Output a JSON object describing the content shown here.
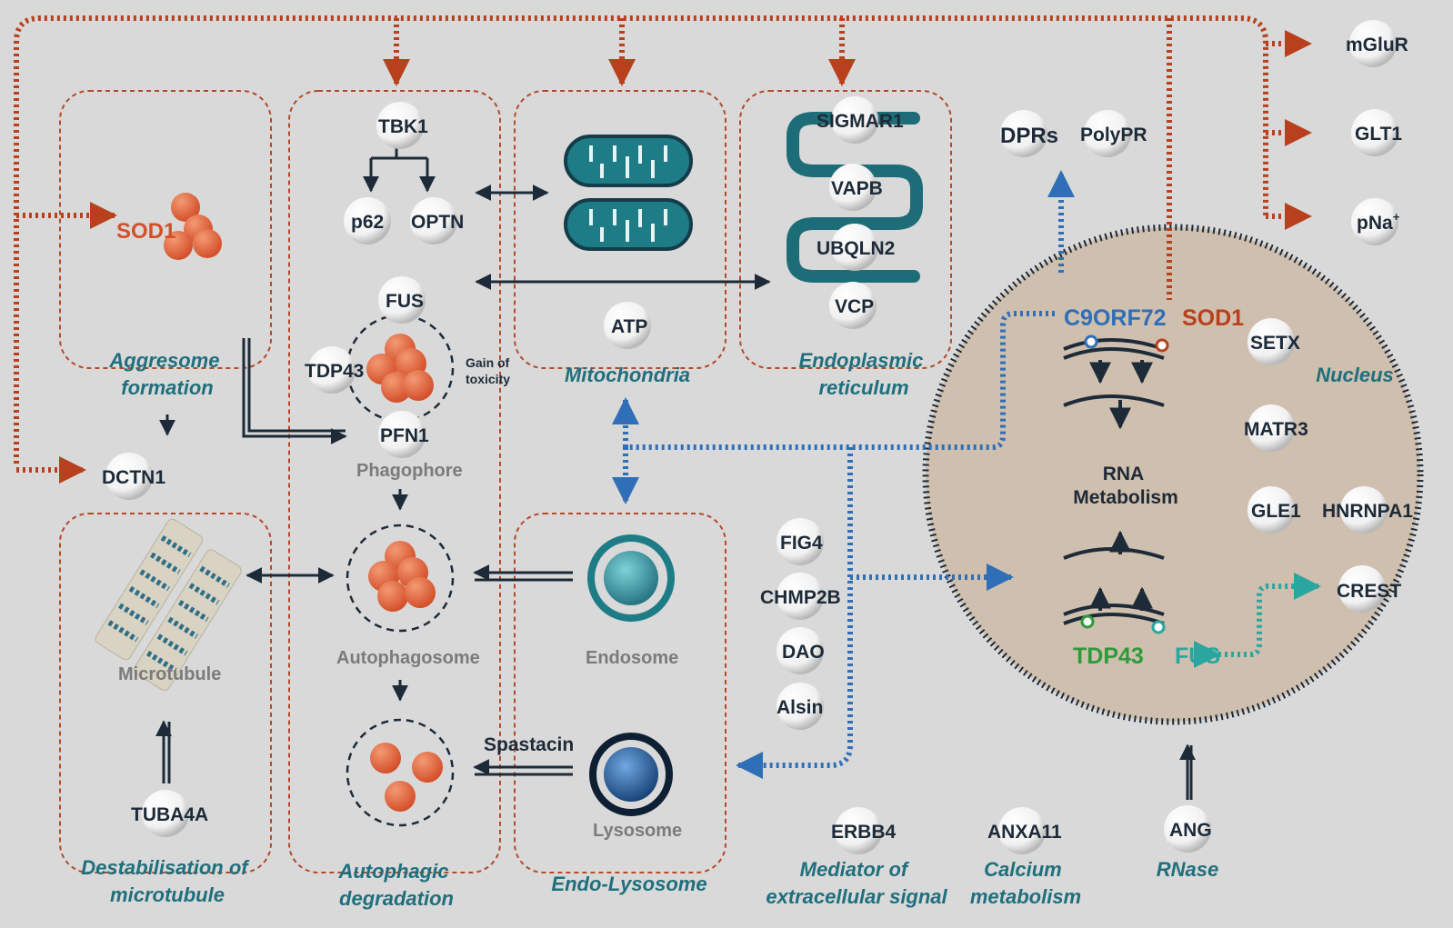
{
  "colors": {
    "background": "#d9d9d9",
    "dashed_border": "#b44a2a",
    "orange_arrow": "#b8401c",
    "blue_arrow": "#2f6fb8",
    "teal": "#1f6f7d",
    "green": "#2e9b3a",
    "nucleus_fill": "#cfbfae",
    "protein_orange": "#e0643c"
  },
  "compartments": {
    "aggresome": "Aggresome\nformation",
    "microtubule_destab": "Destabilisation of\nmicrotubule",
    "autophagic": "Autophagic\ndegradation",
    "mitochondria": "Mitochondria",
    "er": "Endoplasmic\nreticulum",
    "endo_lysosome": "Endo-Lysosome",
    "nucleus": "Nucleus"
  },
  "proteins": {
    "sod1_aggresome": "SOD1",
    "dctn1": "DCTN1",
    "tbk1": "TBK1",
    "p62": "p62",
    "optn": "OPTN",
    "fus_phago": "FUS",
    "tdp43_phago": "TDP43",
    "pfn1": "PFN1",
    "atp": "ATP",
    "sigmar1": "SIGMAR1",
    "vapb": "VAPB",
    "ubqln2": "UBQLN2",
    "vcp": "VCP",
    "dprs": "DPRs",
    "polypr": "PolyPR",
    "mglur": "mGluR",
    "glt1": "GLT1",
    "pna": "pNa",
    "pna_sup": "+",
    "c9orf72": "C9ORF72",
    "sod1_nucleus": "SOD1",
    "setx": "SETX",
    "matr3": "MATR3",
    "gle1": "GLE1",
    "hnrnpa1": "HNRNPA1",
    "crest": "CREST",
    "tdp43_nucleus": "TDP43",
    "fus_nucleus": "FUS",
    "fig4": "FIG4",
    "chmp2b": "CHMP2B",
    "dao": "DAO",
    "alsin": "Alsin",
    "spastacin": "Spastacin",
    "tuba4a": "TUBA4A",
    "erbb4": "ERBB4",
    "anxa11": "ANXA11",
    "ang": "ANG"
  },
  "labels": {
    "gain_of_toxicity": "Gain of\ntoxicity",
    "phagophore": "Phagophore",
    "autophagosome": "Autophagosome",
    "endosome": "Endosome",
    "lysosome": "Lysosome",
    "microtubule": "Microtubule",
    "rna_metabolism": "RNA\nMetabolism",
    "mediator": "Mediator of\nextracellular signal",
    "calcium": "Calcium\nmetabolism",
    "rnase": "RNase"
  },
  "icons": {
    "aggregate": "protein-aggregate-icon",
    "mitochondrion": "mitochondrion-icon",
    "er_membrane": "endoplasmic-reticulum-icon",
    "microtubule": "microtubule-icon",
    "endosome": "endosome-icon",
    "lysosome": "lysosome-icon",
    "rna": "rna-strand-icon"
  }
}
